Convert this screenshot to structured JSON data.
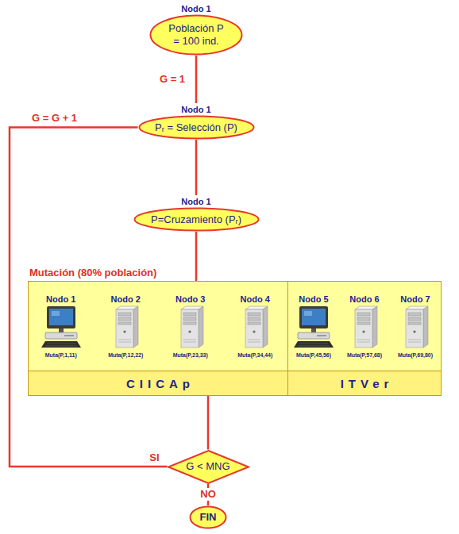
{
  "diagram": {
    "nodes": [
      {
        "text": [
          "Nodo 1",
          "Población P = 100 ind."
        ]
      },
      {
        "text": [
          "Nodo 1",
          "Pᵣ = Selección (P)"
        ]
      },
      {
        "text": [
          "Nodo 1",
          "P=Cruzamiento (Pᵣ)"
        ]
      },
      {
        "text": [
          "Mutación (80% población)"
        ]
      },
      {
        "text": [
          "CIICAp"
        ],
        "in": 3
      },
      {
        "text": [
          "Nodo 1",
          "Muta(P,1,11)"
        ],
        "in": 4
      },
      {
        "text": [
          "Nodo 2",
          "Muta(P,12,22)"
        ],
        "in": 4
      },
      {
        "text": [
          "Nodo 3",
          "Muta(P,23,33)"
        ],
        "in": 4
      },
      {
        "text": [
          "Nodo 4",
          "Muta(P,34,44)"
        ],
        "in": 4
      },
      {
        "text": [
          "ITVer"
        ],
        "in": 3
      },
      {
        "text": [
          "Nodo 5",
          "Muta(P,45,56)"
        ],
        "in": 9
      },
      {
        "text": [
          "Nodo 6",
          "Muta(P,57,68)"
        ],
        "in": 9
      },
      {
        "text": [
          "Nodo 7",
          "Muta(P,69,80)"
        ],
        "in": 9
      },
      {
        "text": [
          "G < MNG"
        ]
      },
      {
        "text": [
          "FIN"
        ]
      }
    ],
    "edges": [
      {
        "from": 0,
        "to": 1,
        "arrow": "none",
        "label": "G = 1"
      },
      {
        "from": 1,
        "to": 2,
        "arrow": "none"
      },
      {
        "from": 2,
        "to": 3,
        "arrow": "none"
      },
      {
        "from": 3,
        "to": 13,
        "arrow": "none"
      },
      {
        "from": 13,
        "to": 1,
        "arrow": "none",
        "label": "SI"
      },
      {
        "from": 13,
        "to": 14,
        "arrow": "none",
        "label": "NO"
      }
    ],
    "labels": [
      "G = G + 1"
    ]
  }
}
